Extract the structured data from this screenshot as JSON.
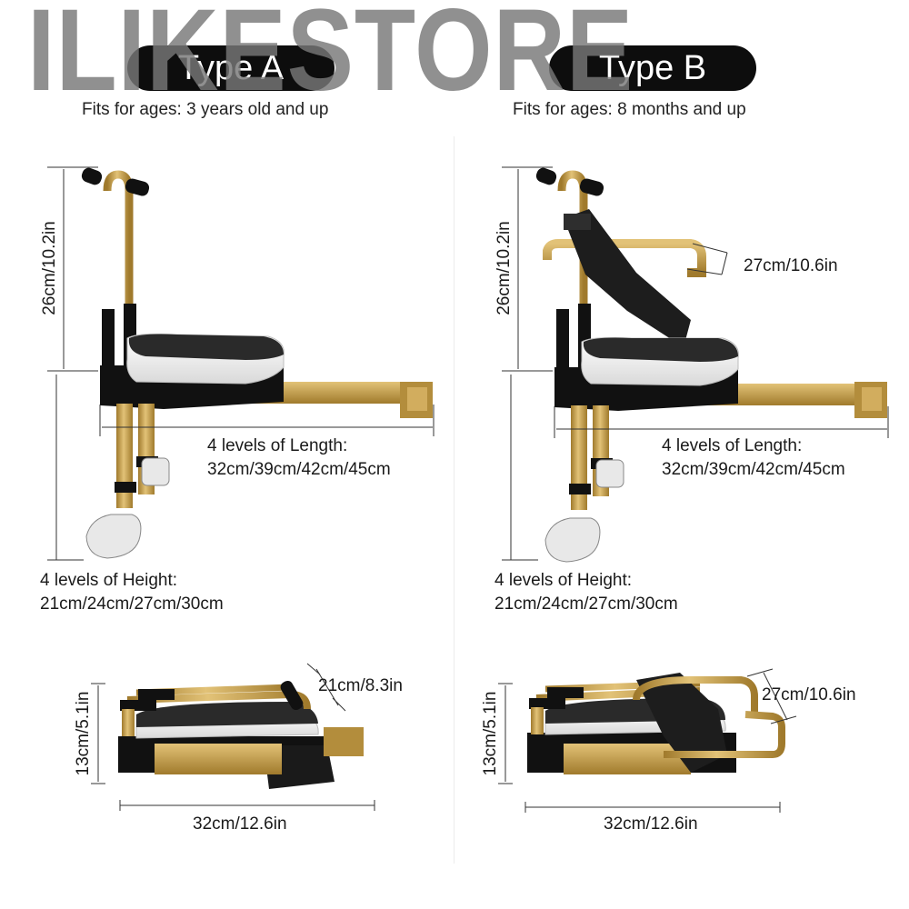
{
  "watermark": "ILIKESTORE",
  "type_a": {
    "label": "Type A",
    "fits": "Fits for ages: 3 years old and up",
    "height_dim": "26cm/10.2in",
    "length_title": "4 levels of Length:",
    "length_values": "32cm/39cm/42cm/45cm",
    "heightlvl_title": "4 levels of Height:",
    "heightlvl_values": "21cm/24cm/27cm/30cm",
    "folded_height": "13cm/5.1in",
    "folded_width": "21cm/8.3in",
    "folded_length": "32cm/12.6in"
  },
  "type_b": {
    "label": "Type B",
    "fits": "Fits for ages: 8 months and up",
    "height_dim": "26cm/10.2in",
    "armrest_dim": "27cm/10.6in",
    "length_title": "4 levels of Length:",
    "length_values": "32cm/39cm/42cm/45cm",
    "heightlvl_title": "4 levels of Height:",
    "heightlvl_values": "21cm/24cm/27cm/30cm",
    "folded_height": "13cm/5.1in",
    "folded_width": "27cm/10.6in",
    "folded_length": "32cm/12.6in"
  },
  "colors": {
    "gold": "#c9a24a",
    "gold_dark": "#a07a2c",
    "black": "#111111",
    "cushion": "#f2f2f2",
    "pill": "#0d0d0d"
  }
}
